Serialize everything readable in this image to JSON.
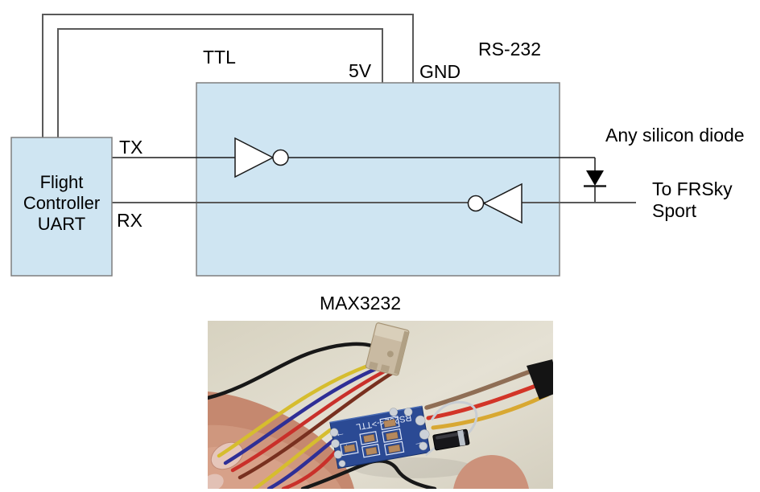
{
  "diagram": {
    "labels": {
      "ttl": "TTL",
      "rs232": "RS-232",
      "five_v": "5V",
      "gnd": "GND",
      "tx": "TX",
      "rx": "RX",
      "fc_line1": "Flight",
      "fc_line2": "Controller",
      "fc_line3": "UART",
      "any_silicon_diode": "Any silicon diode",
      "frsky_line1": "To FRSky",
      "frsky_line2": "Sport",
      "max3232": "MAX3232"
    },
    "colors": {
      "box_fill": "#cfe5f2",
      "box_border": "#7f7f7f",
      "wire_gray": "#595959",
      "line_black": "#1a1a1a"
    }
  },
  "photo": {
    "silkscreen": "RS232<->TTL",
    "silkscreen_arrow_left": "←",
    "silkscreen_arrow_right": "→",
    "silkscreen_plus": "+"
  }
}
